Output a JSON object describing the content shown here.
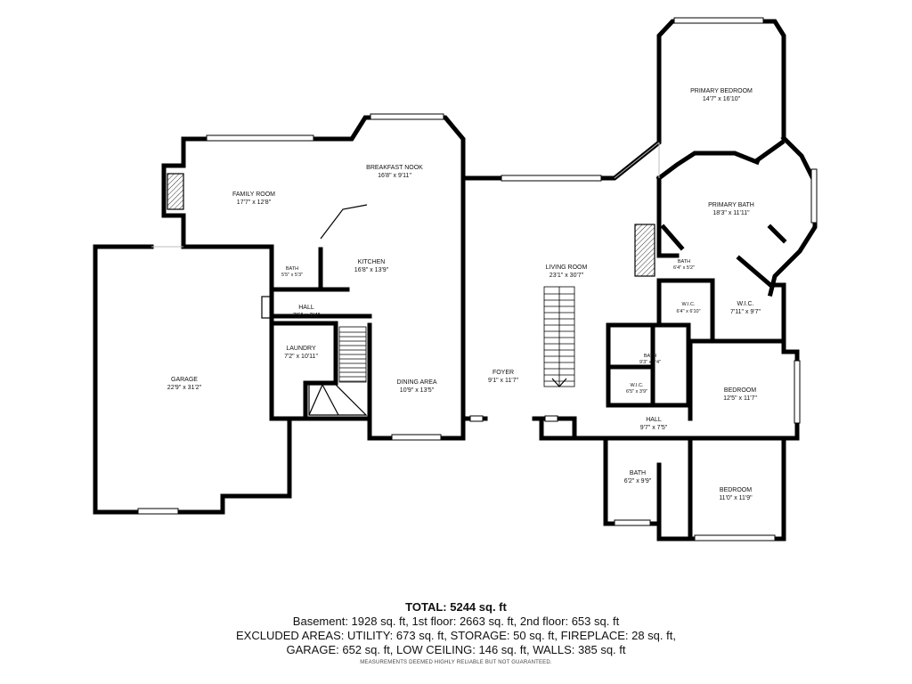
{
  "rooms": {
    "family_room": {
      "name": "FAMILY ROOM",
      "dim": "17'7\" x 12'8\""
    },
    "breakfast_nook": {
      "name": "BREAKFAST NOOK",
      "dim": "16'8\" x 9'11\""
    },
    "kitchen": {
      "name": "KITCHEN",
      "dim": "16'8\" x 13'9\""
    },
    "bath_small": {
      "name": "BATH",
      "dim": "5'5\" x 5'3\""
    },
    "hall_west": {
      "name": "HALL",
      "dim": "7'6\" x 3'4\""
    },
    "laundry": {
      "name": "LAUNDRY",
      "dim": "7'2\" x 10'11\""
    },
    "garage": {
      "name": "GARAGE",
      "dim": "22'9\" x 31'2\""
    },
    "dining_area": {
      "name": "DINING AREA",
      "dim": "10'9\" x 13'5\""
    },
    "living_room": {
      "name": "LIVING ROOM",
      "dim": "23'1\" x 30'7\""
    },
    "foyer": {
      "name": "FOYER",
      "dim": "9'1\" x 11'7\""
    },
    "primary_bedroom": {
      "name": "PRIMARY BEDROOM",
      "dim": "14'7\" x 16'10\""
    },
    "primary_bath": {
      "name": "PRIMARY BATH",
      "dim": "18'3\" x 11'11\""
    },
    "bath_primary_wc": {
      "name": "BATH",
      "dim": "6'4\" x 5'2\""
    },
    "wic_left": {
      "name": "W.I.C.",
      "dim": "6'4\" x 6'10\""
    },
    "wic_right": {
      "name": "W.I.C.",
      "dim": "7'11\" x 9'7\""
    },
    "bath_mid": {
      "name": "BATH",
      "dim": "9'3\" x 9'4\""
    },
    "wic_mid": {
      "name": "W.I.C.",
      "dim": "6'5\" x 3'9\""
    },
    "bedroom_east": {
      "name": "BEDROOM",
      "dim": "12'5\" x 11'7\""
    },
    "hall_east": {
      "name": "HALL",
      "dim": "9'7\" x 7'5\""
    },
    "bath_south": {
      "name": "BATH",
      "dim": "6'2\" x 9'9\""
    },
    "bedroom_south": {
      "name": "BEDROOM",
      "dim": "11'0\" x 11'9\""
    }
  },
  "summary": {
    "total": "TOTAL: 5244 sq. ft",
    "line1": "Basement: 1928 sq. ft, 1st floor: 2663 sq. ft, 2nd floor: 653 sq. ft",
    "line2": "EXCLUDED AREAS: UTILITY: 673 sq. ft, STORAGE: 50 sq. ft, FIREPLACE: 28 sq. ft,",
    "line3": "GARAGE: 652 sq. ft, LOW CEILING: 146 sq. ft, WALLS: 385 sq. ft",
    "disclaimer": "MEASUREMENTS DEEMED HIGHLY RELIABLE BUT NOT GUARANTEED."
  }
}
